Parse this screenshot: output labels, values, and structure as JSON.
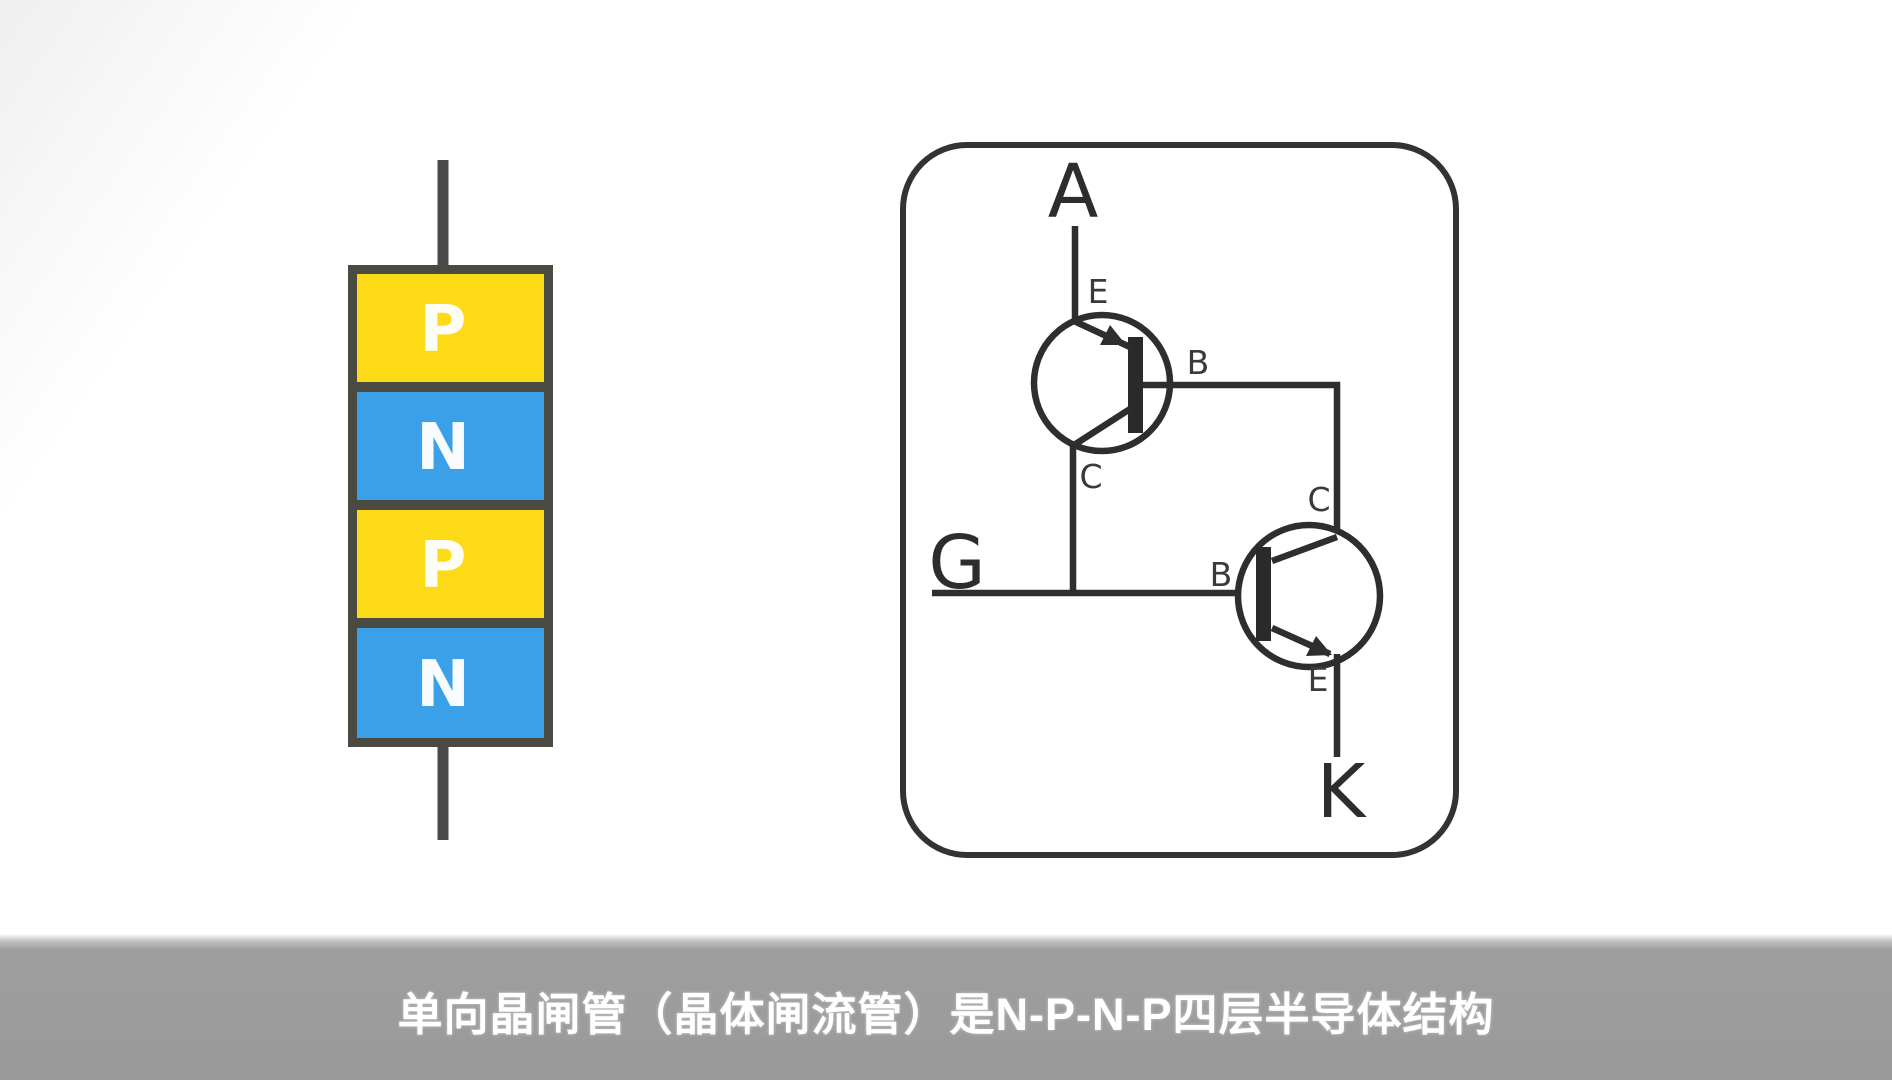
{
  "colors": {
    "p_layer_yellow": "#fcda16",
    "n_layer_blue": "#3aa1e9",
    "stack_border": "#4a4a42",
    "lead_wire": "#4a4a4a",
    "circuit_line": "#2e2e2e",
    "terminal_label": "#2d2d2d",
    "caption_bar": "#9c9c9c",
    "caption_text": "#ffffff"
  },
  "stack": {
    "layers": [
      {
        "label": "P",
        "color": "#fcda16"
      },
      {
        "label": "N",
        "color": "#3aa1e9"
      },
      {
        "label": "P",
        "color": "#fcda16"
      },
      {
        "label": "N",
        "color": "#3aa1e9"
      }
    ]
  },
  "circuit": {
    "anode_label": "A",
    "gate_label": "G",
    "cathode_label": "K",
    "pnp_transistor": {
      "type": "PNP",
      "emitter_label": "E",
      "base_label": "B",
      "collector_label": "C"
    },
    "npn_transistor": {
      "type": "NPN",
      "collector_label": "C",
      "base_label": "B",
      "emitter_label": "E"
    }
  },
  "caption": {
    "text": "单向晶闸管（晶体闸流管）是N-P-N-P四层半导体结构"
  }
}
